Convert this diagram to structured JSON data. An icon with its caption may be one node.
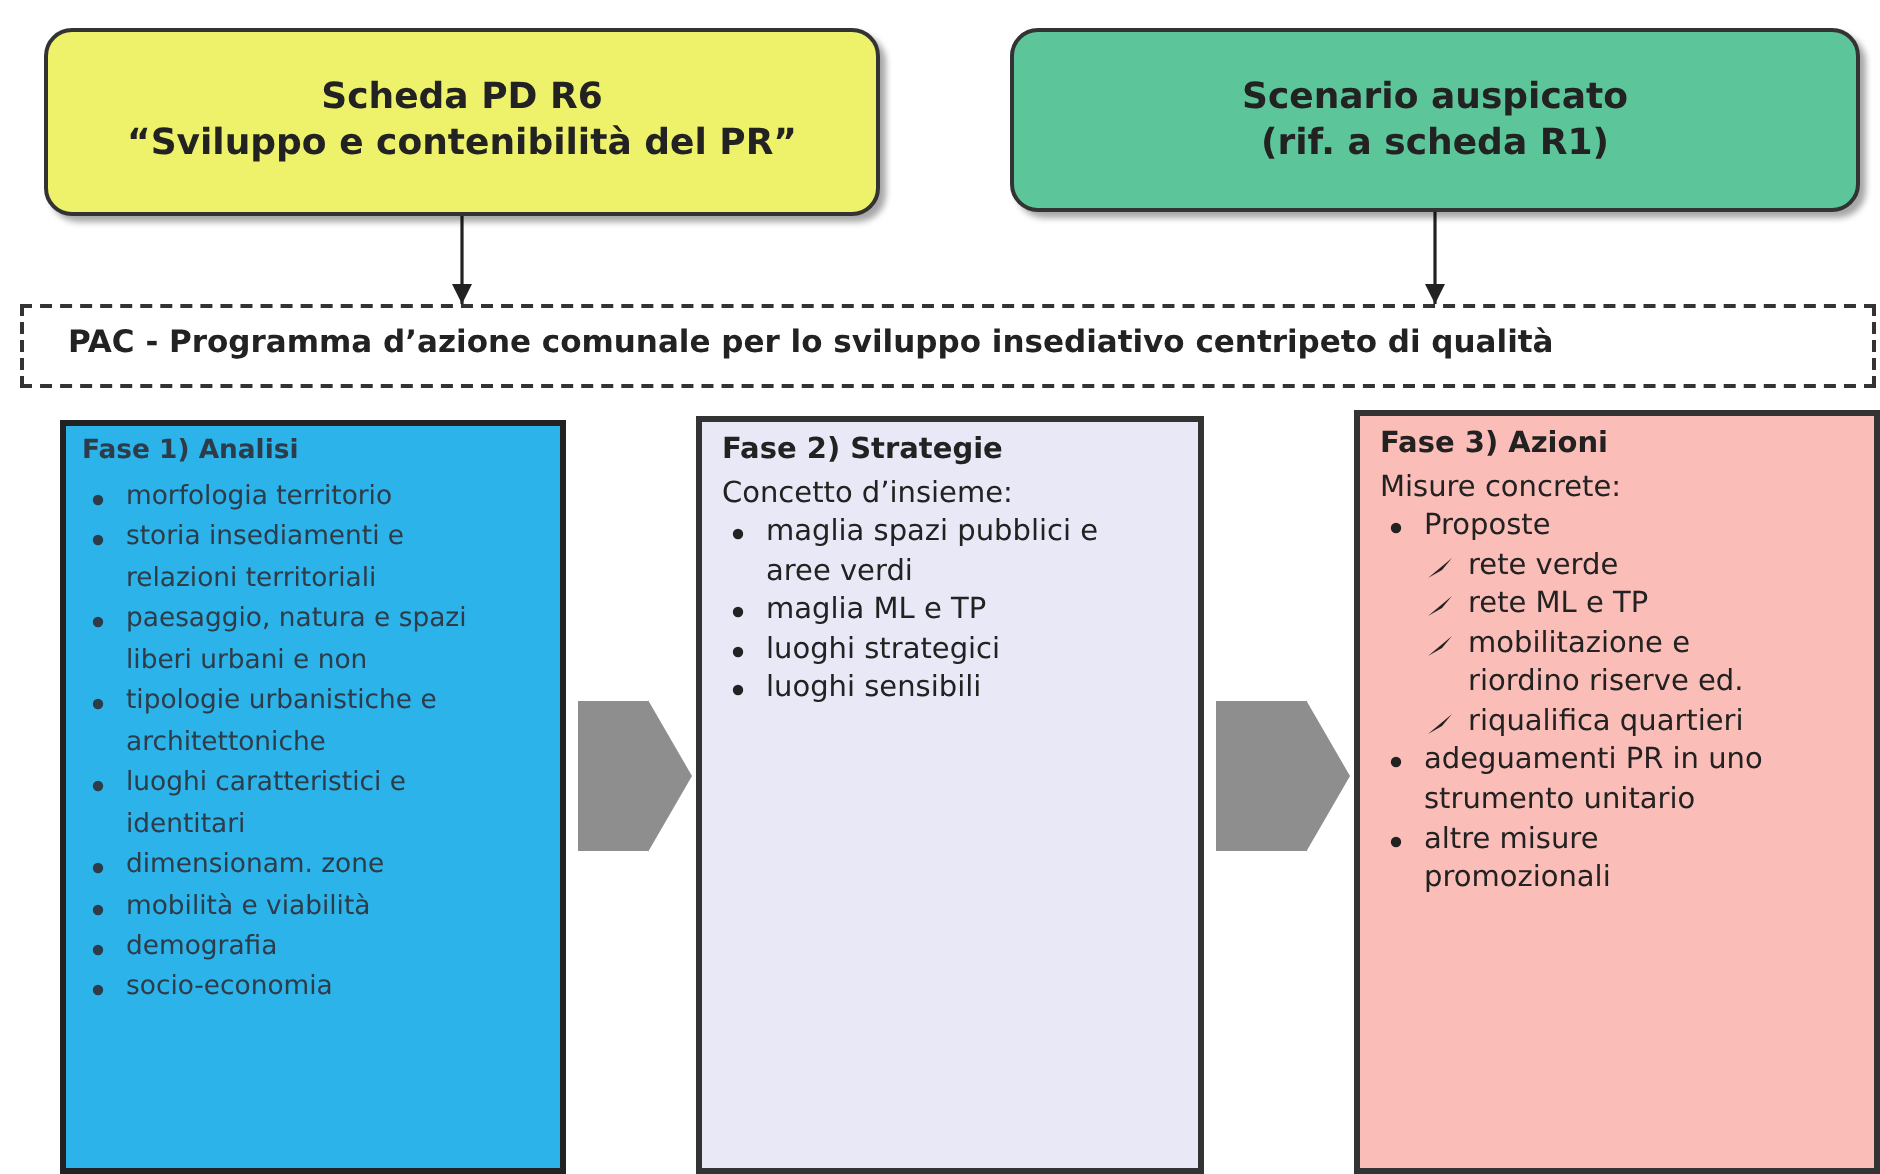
{
  "diagram": {
    "nodes": [
      {
        "text": [
          "Scheda PD R6",
          "“Sviluppo e contenibilità del PR”"
        ]
      },
      {
        "text": [
          "Scenario auspicato",
          "(rif. a scheda R1)"
        ]
      },
      {
        "text": [
          "PAC - Programma d’azione comunale per lo sviluppo insediativo centripeto di qualità"
        ]
      },
      {
        "text": [
          "Fase 1) Analisi",
          "morfologia territorio",
          "storia insediamenti e relazioni territoriali",
          "paesaggio, natura e spazi liberi urbani e non",
          "tipologie urbanistiche e architettoniche",
          "luoghi caratteristici e identitari",
          "dimensionam. zone",
          "mobilità e viabilità",
          "demografia",
          "socio-economia"
        ]
      },
      {
        "text": [
          "Fase 2) Strategie",
          "Concetto d’insieme:",
          "maglia spazi pubblici e aree verdi",
          "maglia ML e TP",
          "luoghi strategici",
          "luoghi sensibili"
        ]
      },
      {
        "text": [
          "Fase 3) Azioni",
          "Misure concrete:",
          "Proposte",
          "rete verde",
          "rete  ML e TP",
          "mobilitazione e riordino riserve ed.",
          "riqualifica quartieri",
          "adeguamenti PR in uno strumento unitario",
          "altre misure promozionali"
        ]
      }
    ],
    "edges": [
      {
        "from": 0,
        "to": 2,
        "arrow": "to"
      },
      {
        "from": 1,
        "to": 2,
        "arrow": "to"
      },
      {
        "from": 3,
        "to": 4,
        "arrow": "to",
        "style": "thick",
        "color": "#8e8e8e"
      },
      {
        "from": 4,
        "to": 5,
        "arrow": "to",
        "style": "thick",
        "color": "#8e8e8e"
      }
    ]
  }
}
